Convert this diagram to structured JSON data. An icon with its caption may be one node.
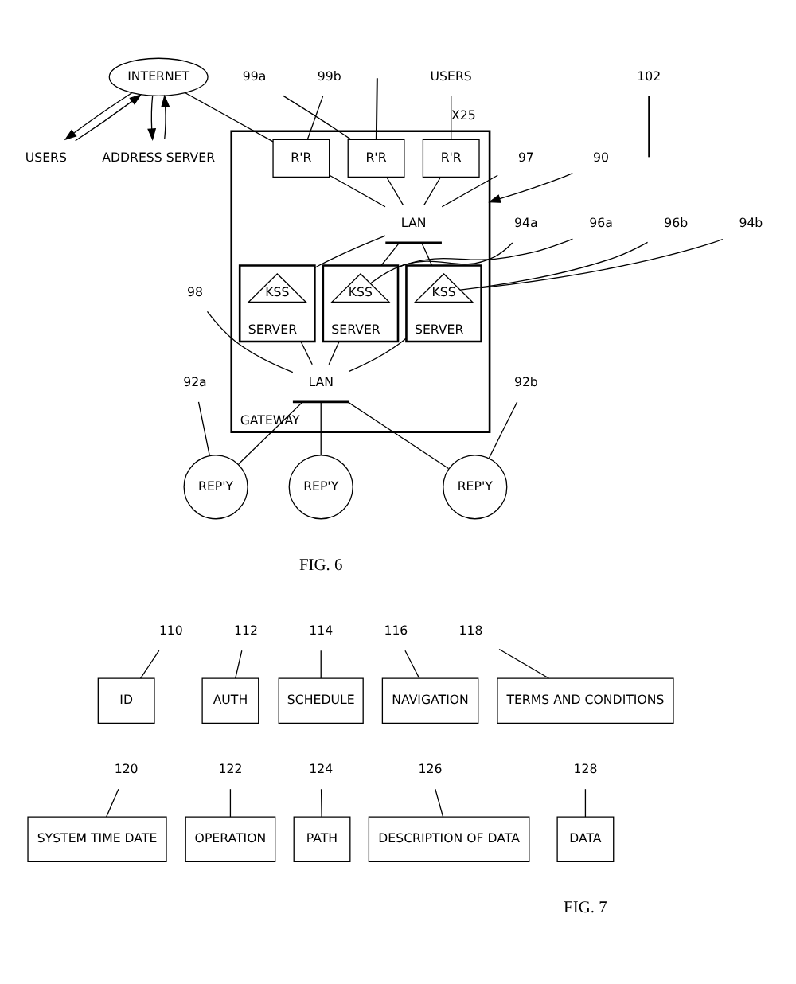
{
  "diagram": {
    "nodes": [
      {
        "text": [
          "GATEWAY"
        ]
      },
      {
        "text": [
          "LAN"
        ],
        "in": 0
      },
      {
        "text": [
          "LAN"
        ],
        "in": 0
      },
      {
        "text": [
          "SERVER"
        ],
        "in": 0
      },
      {
        "text": [
          "KSS"
        ],
        "in": 3
      },
      {
        "text": [
          "SERVER"
        ],
        "in": 0
      },
      {
        "text": [
          "KSS"
        ],
        "in": 5
      },
      {
        "text": [
          "SERVER"
        ],
        "in": 0
      },
      {
        "text": [
          "KSS"
        ],
        "in": 7
      },
      {
        "text": [
          "R'R"
        ],
        "in": 0
      },
      {
        "text": [
          "R'R"
        ],
        "in": 0
      },
      {
        "text": [
          "R'R"
        ],
        "in": 0
      },
      {
        "text": [
          "REP'Y"
        ]
      },
      {
        "text": [
          "REP'Y"
        ]
      },
      {
        "text": [
          "REP'Y"
        ]
      },
      {
        "text": [
          "INTERNET"
        ]
      },
      {
        "text": [
          "ADDRESS SERVER"
        ]
      },
      {
        "text": [
          "USERS"
        ]
      },
      {
        "text": [
          "USERS"
        ]
      },
      {
        "text": [
          "102"
        ]
      },
      {
        "text": [
          "97"
        ]
      },
      {
        "text": [
          "94a"
        ]
      },
      {
        "text": [
          "98"
        ]
      },
      {
        "text": [
          "96a"
        ]
      },
      {
        "text": [
          "92a"
        ]
      },
      {
        "text": [
          "99a"
        ]
      },
      {
        "text": [
          "99b"
        ]
      },
      {
        "text": [
          "92b"
        ]
      },
      {
        "text": [
          "96b"
        ]
      },
      {
        "text": [
          "94b"
        ]
      },
      {
        "text": [
          "90"
        ]
      },
      {
        "text": [
          "ID"
        ]
      },
      {
        "text": [
          "AUTH"
        ]
      },
      {
        "text": [
          "SCHEDULE"
        ]
      },
      {
        "text": [
          "NAVIGATION"
        ]
      },
      {
        "text": [
          "TERMS AND CONDITIONS"
        ]
      },
      {
        "text": [
          "SYSTEM TIME DATE"
        ]
      },
      {
        "text": [
          "OPERATION"
        ]
      },
      {
        "text": [
          "PATH"
        ]
      },
      {
        "text": [
          "DESCRIPTION OF DATA"
        ]
      },
      {
        "text": [
          "DATA"
        ]
      },
      {
        "text": [
          "110"
        ]
      },
      {
        "text": [
          "112"
        ]
      },
      {
        "text": [
          "114"
        ]
      },
      {
        "text": [
          "116"
        ]
      },
      {
        "text": [
          "118"
        ]
      },
      {
        "text": [
          "120"
        ]
      },
      {
        "text": [
          "122"
        ]
      },
      {
        "text": [
          "124"
        ]
      },
      {
        "text": [
          "126"
        ]
      },
      {
        "text": [
          "128"
        ]
      }
    ],
    "edges": [
      {
        "from": 15,
        "to": 16,
        "arrow": "to"
      },
      {
        "from": 16,
        "to": 15,
        "arrow": "to"
      },
      {
        "from": 15,
        "to": 17,
        "arrow": "to"
      },
      {
        "from": 17,
        "to": 15,
        "arrow": "to"
      },
      {
        "from": null,
        "to": 9,
        "arrow": "none"
      },
      {
        "from": 15,
        "to": 10,
        "arrow": "none"
      },
      {
        "from": 18,
        "to": 11,
        "label": "X25",
        "arrow": "none"
      },
      {
        "from": 9,
        "to": 1,
        "arrow": "none"
      },
      {
        "from": 10,
        "to": 1,
        "arrow": "none"
      },
      {
        "from": 11,
        "to": 1,
        "arrow": "none"
      },
      {
        "from": 1,
        "to": 3,
        "arrow": "none"
      },
      {
        "from": 1,
        "to": 5,
        "arrow": "none"
      },
      {
        "from": 1,
        "to": 7,
        "arrow": "none"
      },
      {
        "from": 3,
        "to": 2,
        "arrow": "none"
      },
      {
        "from": 5,
        "to": 2,
        "arrow": "none"
      },
      {
        "from": 7,
        "to": 2,
        "arrow": "none"
      },
      {
        "from": 2,
        "to": 12,
        "arrow": "none"
      },
      {
        "from": 2,
        "to": 13,
        "arrow": "none"
      },
      {
        "from": 2,
        "to": 14,
        "arrow": "none"
      },
      {
        "from": 19,
        "to": null,
        "arrow": "none"
      },
      {
        "from": 20,
        "to": 1,
        "arrow": "none"
      },
      {
        "from": 21,
        "to": 3,
        "arrow": "none"
      },
      {
        "from": 22,
        "to": 2,
        "arrow": "none"
      },
      {
        "from": 23,
        "to": 4,
        "arrow": "none"
      },
      {
        "from": 24,
        "to": 12,
        "arrow": "none"
      },
      {
        "from": 25,
        "to": 9,
        "arrow": "none"
      },
      {
        "from": 26,
        "to": 10,
        "arrow": "none"
      },
      {
        "from": 27,
        "to": 13,
        "arrow": "none"
      },
      {
        "from": 28,
        "to": 6,
        "arrow": "none"
      },
      {
        "from": 29,
        "to": 5,
        "arrow": "none"
      },
      {
        "from": 30,
        "to": 0,
        "arrow": "to"
      },
      {
        "from": 41,
        "to": 31,
        "arrow": "none"
      },
      {
        "from": 42,
        "to": 32,
        "arrow": "none"
      },
      {
        "from": 43,
        "to": 33,
        "arrow": "none"
      },
      {
        "from": 44,
        "to": 34,
        "arrow": "none"
      },
      {
        "from": 45,
        "to": 35,
        "arrow": "none"
      },
      {
        "from": 46,
        "to": 36,
        "arrow": "none"
      },
      {
        "from": 47,
        "to": 37,
        "arrow": "none"
      },
      {
        "from": 48,
        "to": 38,
        "arrow": "none"
      },
      {
        "from": 49,
        "to": 39,
        "arrow": "none"
      },
      {
        "from": 50,
        "to": 40,
        "arrow": "none"
      }
    ],
    "labels": [
      "FIG. 6",
      "FIG. 7"
    ]
  }
}
